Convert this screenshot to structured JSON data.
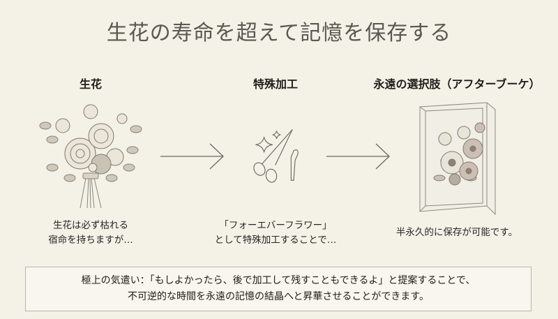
{
  "title": "生花の寿命を超えて記憶を保存する",
  "steps": [
    {
      "heading": "生花",
      "illustration": "flower-bouquet-sketch",
      "caption_lines": [
        "生花は必ず枯れる",
        "宿命を持ちますが…"
      ]
    },
    {
      "heading": "特殊加工",
      "illustration": "scissors-and-sparkle-icon",
      "caption_lines": [
        "「フォーエバーフラワー」",
        "として特殊加工することで…"
      ]
    },
    {
      "heading": "永遠の選択肢（アフターブーケ）",
      "illustration": "framed-preserved-flowers",
      "caption_lines": [
        "半永久的に保存が可能です。"
      ]
    }
  ],
  "arrows": [
    "arrow-right",
    "arrow-right"
  ],
  "note": {
    "line1": "極上の気遣い：「もしよかったら、後で加工して残すこともできるよ」と提案することで、",
    "line2": "不可逆的な時間を永遠の記憶の結晶へと昇華させることができます。"
  },
  "colors": {
    "background": "#f4f1e7",
    "title": "#5a5852",
    "line": "#6b6862",
    "note_border": "#b9b5aa"
  }
}
